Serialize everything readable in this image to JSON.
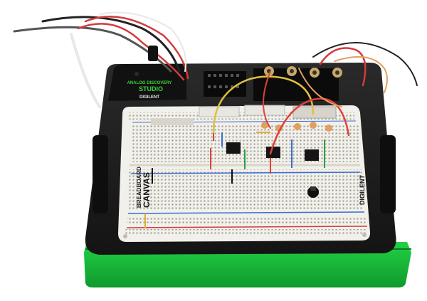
{
  "product": {
    "device_label_line1": "ANALOG DISCOVERY",
    "device_label_line2": "STUDIO",
    "device_brand": "DIGILENT",
    "board_label_line1": "BREADBOARD",
    "board_label_line2": "CANVAS",
    "board_brand": "DIGILENT"
  },
  "colors": {
    "base_green": "#18c43a",
    "chassis_black": "#1c1c1c",
    "board_white": "#f2f0ea",
    "label_green": "#3bd23b"
  }
}
